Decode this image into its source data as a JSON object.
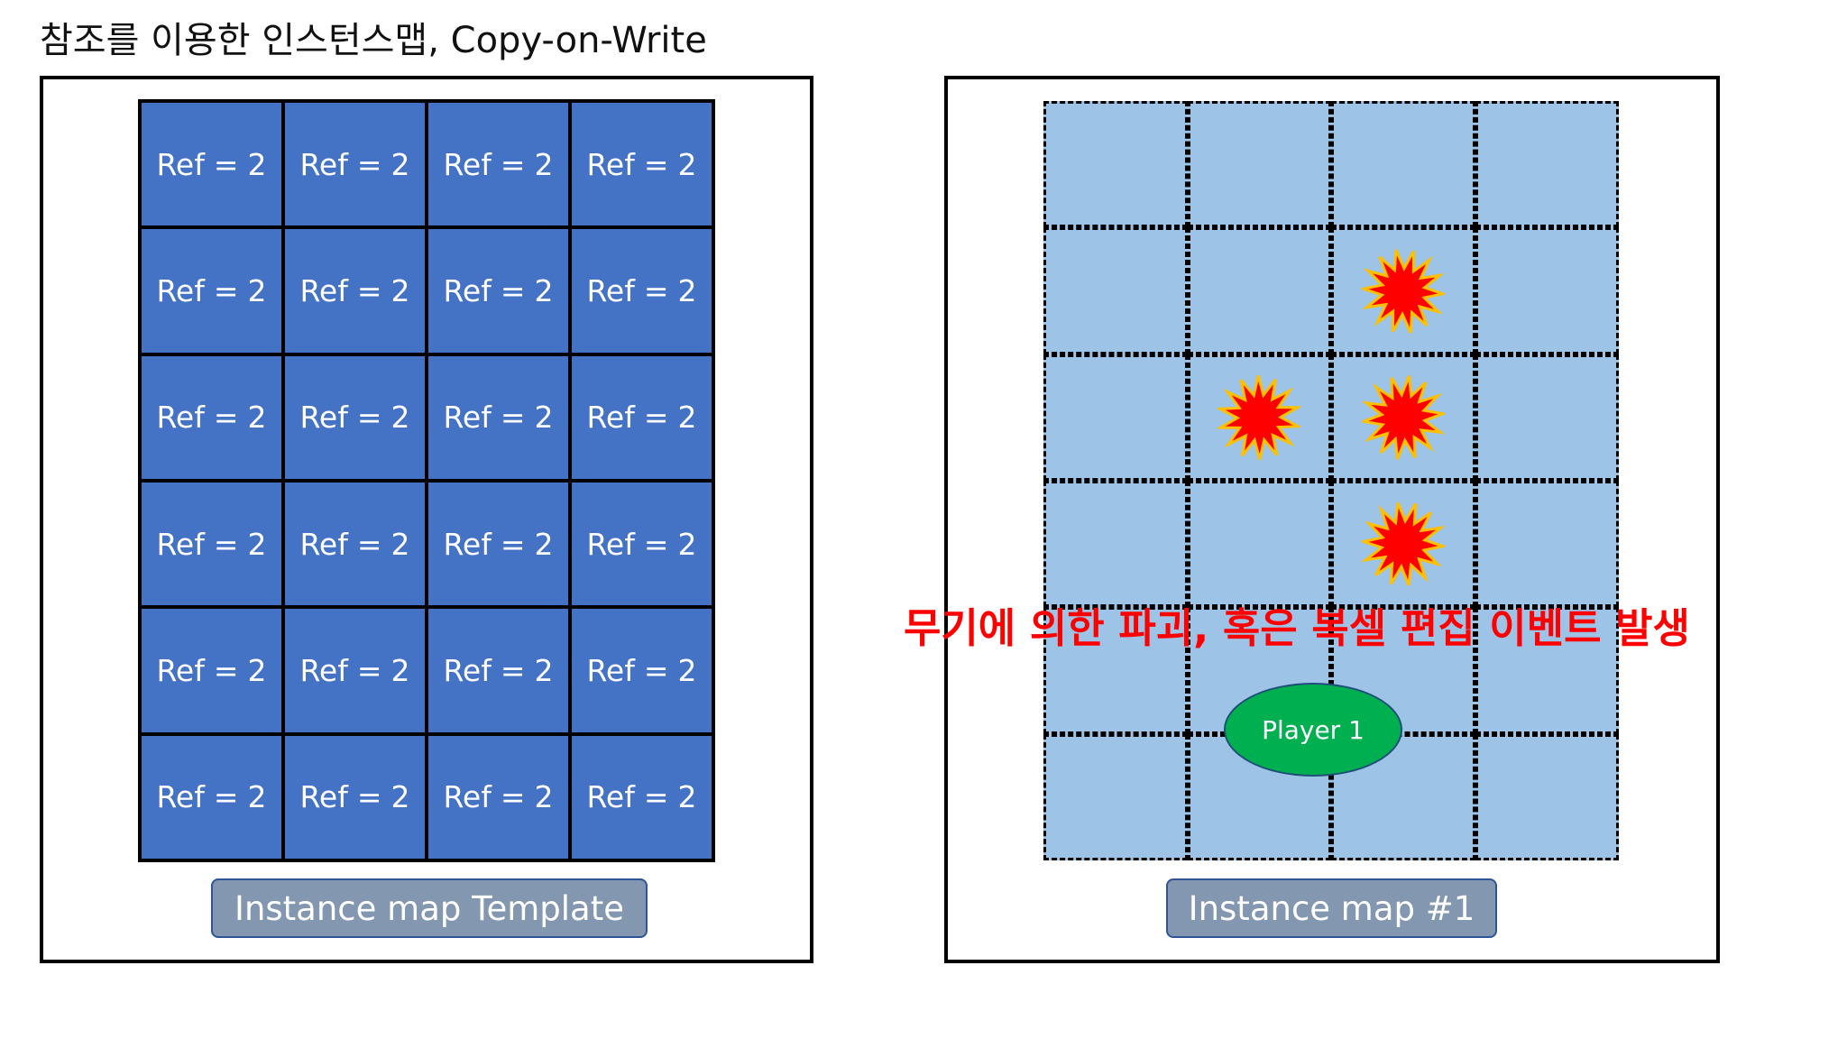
{
  "title": "참조를 이용한 인스턴스맵, Copy-on-Write",
  "template_map": {
    "label": "Instance map Template",
    "cells": [
      [
        {
          "key": "Ref",
          "op": "=",
          "val": "2"
        },
        {
          "key": "Ref",
          "op": "=",
          "val": "2"
        },
        {
          "key": "Ref",
          "op": "=",
          "val": "2"
        },
        {
          "key": "Ref",
          "op": "=",
          "val": "2"
        }
      ],
      [
        {
          "key": "Ref",
          "op": "=",
          "val": "2"
        },
        {
          "key": "Ref",
          "op": "=",
          "val": "2"
        },
        {
          "key": "Ref",
          "op": "=",
          "val": "2"
        },
        {
          "key": "Ref",
          "op": "=",
          "val": "2"
        }
      ],
      [
        {
          "key": "Ref",
          "op": "=",
          "val": "2"
        },
        {
          "key": "Ref",
          "op": "=",
          "val": "2"
        },
        {
          "key": "Ref",
          "op": "=",
          "val": "2"
        },
        {
          "key": "Ref",
          "op": "=",
          "val": "2"
        }
      ],
      [
        {
          "key": "Ref",
          "op": "=",
          "val": "2"
        },
        {
          "key": "Ref",
          "op": "=",
          "val": "2"
        },
        {
          "key": "Ref",
          "op": "=",
          "val": "2"
        },
        {
          "key": "Ref",
          "op": "=",
          "val": "2"
        }
      ],
      [
        {
          "key": "Ref",
          "op": "=",
          "val": "2"
        },
        {
          "key": "Ref",
          "op": "=",
          "val": "2"
        },
        {
          "key": "Ref",
          "op": "=",
          "val": "2"
        },
        {
          "key": "Ref",
          "op": "=",
          "val": "2"
        }
      ],
      [
        {
          "key": "Ref",
          "op": "=",
          "val": "2"
        },
        {
          "key": "Ref",
          "op": "=",
          "val": "2"
        },
        {
          "key": "Ref",
          "op": "=",
          "val": "2"
        },
        {
          "key": "Ref",
          "op": "=",
          "val": "2"
        }
      ]
    ],
    "colors": {
      "cell_fill": "#4472c4",
      "label_fill": "#8497b0"
    }
  },
  "instance_map": {
    "label": "Instance map #1",
    "rows": 6,
    "cols": 4,
    "explosions": [
      {
        "row": 1,
        "col": 2
      },
      {
        "row": 2,
        "col": 1
      },
      {
        "row": 2,
        "col": 2
      },
      {
        "row": 3,
        "col": 2
      }
    ],
    "event_text": "무기에 의한 파괴, 혹은 복셀 편집 이벤트 발생",
    "player_label": "Player 1",
    "colors": {
      "cell_fill": "#9dc3e6",
      "explosion": "#ff0000",
      "explosion_outline": "#ffc000",
      "player": "#00b050",
      "event_text": "#ff0000"
    }
  }
}
